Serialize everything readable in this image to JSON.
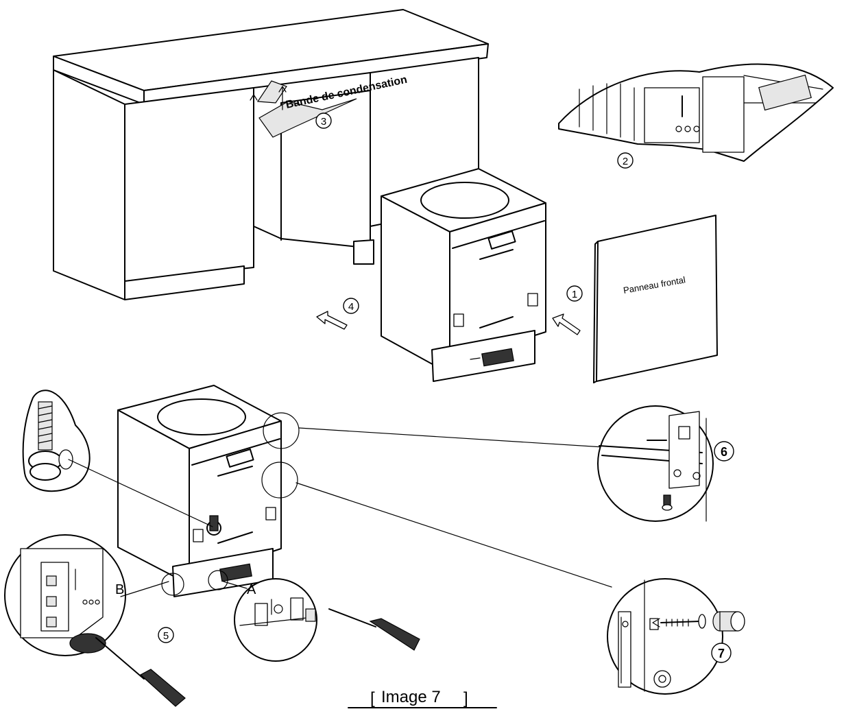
{
  "labels": {
    "condensation_strip": "Bande de condensation",
    "front_panel": "Panneau frontal",
    "caption_left_bracket": "[",
    "caption_text": "Image 7",
    "caption_right_bracket": "]",
    "callout_a": "A",
    "callout_b": "B"
  },
  "steps": {
    "s1": "1",
    "s2": "2",
    "s3": "3",
    "s4": "4",
    "s5": "5",
    "s6": "6",
    "s7": "7"
  }
}
